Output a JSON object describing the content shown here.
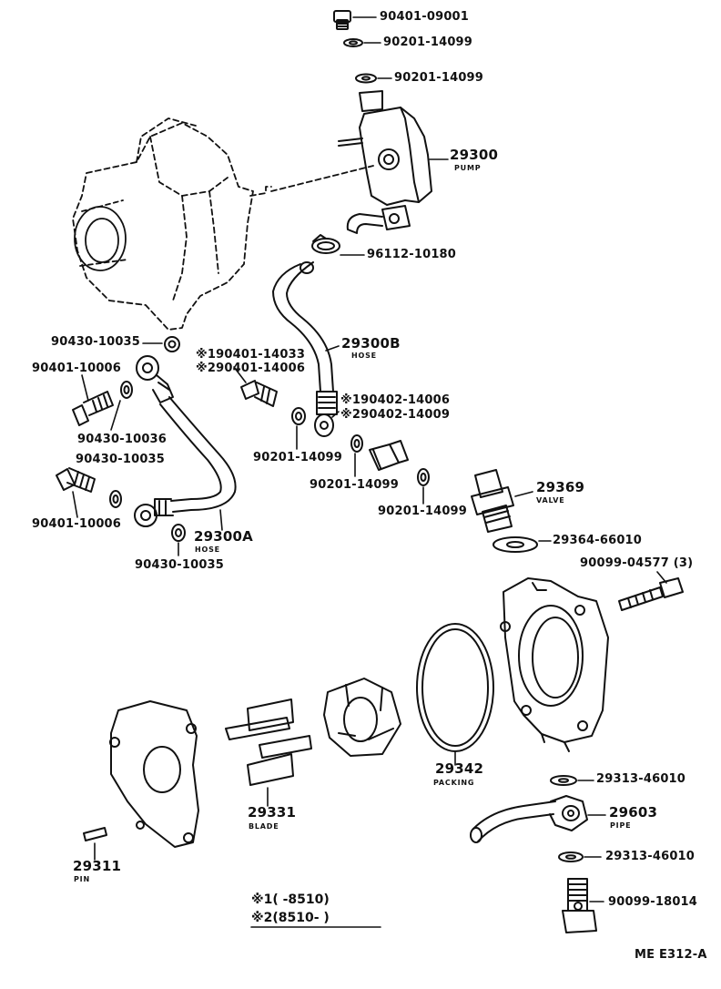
{
  "parts": {
    "p_90401_09001": "90401-09001",
    "p_90201_14099_a": "90201-14099",
    "p_90201_14099_b": "90201-14099",
    "p_29300": "29300",
    "p_29300_sub": "PUMP",
    "p_96112_10180": "96112-10180",
    "p_90430_10035_a": "90430-10035",
    "p_90401_10006_a": "90401-10006",
    "p_x1_90401_14033": "※190401-14033",
    "p_x2_90401_14006": "※290401-14006",
    "p_29300B": "29300B",
    "p_29300B_sub": "HOSE",
    "p_x1_90402_14006": "※190402-14006",
    "p_x2_90402_14009": "※290402-14009",
    "p_90430_10036": "90430-10036",
    "p_90430_10035_b": "90430-10035",
    "p_90201_14099_c": "90201-14099",
    "p_90201_14099_d": "90201-14099",
    "p_90201_14099_e": "90201-14099",
    "p_29369": "29369",
    "p_29369_sub": "VALVE",
    "p_90401_10006_b": "90401-10006",
    "p_29300A": "29300A",
    "p_29300A_sub": "HOSE",
    "p_90430_10035_c": "90430-10035",
    "p_29364_66010": "29364-66010",
    "p_90099_04577": "90099-04577 (3)",
    "p_29342": "29342",
    "p_29342_sub": "PACKING",
    "p_29331": "29331",
    "p_29331_sub": "BLADE",
    "p_29313_46010_a": "29313-46010",
    "p_29603": "29603",
    "p_29603_sub": "PIPE",
    "p_29313_46010_b": "29313-46010",
    "p_29311": "29311",
    "p_29311_sub": "PIN",
    "p_90099_18014": "90099-18014"
  },
  "notes": {
    "n1": "※1(      -8510)",
    "n2": "※2(8510-       )"
  },
  "figure_code": "ME E312-A"
}
